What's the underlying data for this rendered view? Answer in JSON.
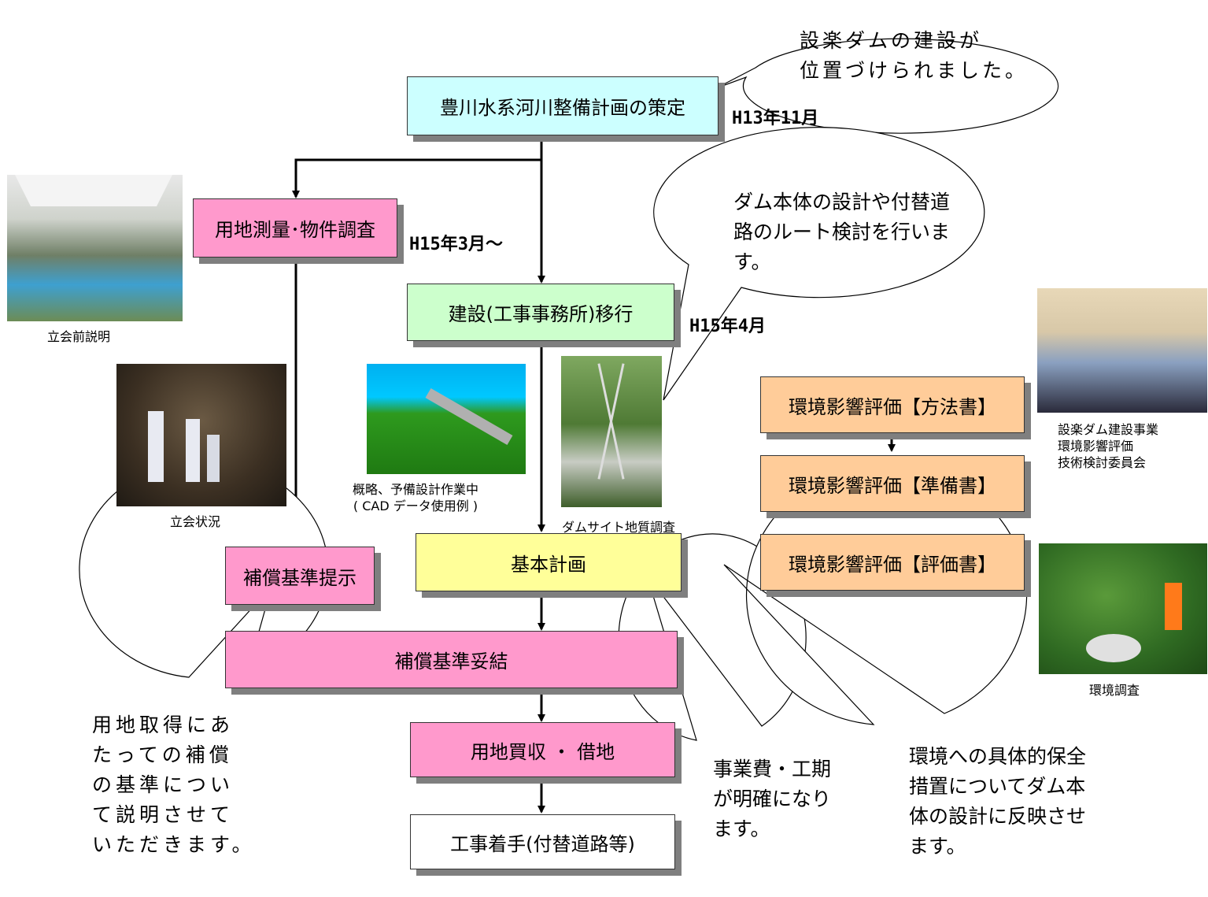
{
  "boxes": {
    "plan": "豊川水系河川整備計画の策定",
    "survey": "用地測量･物件調査",
    "transition": "建設(工事事務所)移行",
    "env_method": "環境影響評価【方法書】",
    "env_prep": "環境影響評価【準備書】",
    "env_eval": "環境影響評価【評価書】",
    "basic_plan": "基本計画",
    "comp_std": "補償基準提示",
    "comp_agree": "補償基準妥結",
    "land_buy": "用地買収 ・ 借地",
    "construction": "工事着手(付替道路等)"
  },
  "dates": {
    "h13": "H13年11月",
    "h15_3": "H15年3月～",
    "h15_4": "H15年4月"
  },
  "captions": {
    "briefing": "立会前説明",
    "inspection": "立会状況",
    "cad": "概略、予備設計作業中\n( CAD データ使用例 )",
    "geology": "ダムサイト地質調査",
    "committee": "設楽ダム建設事業\n環境影響評価\n技術検討委員会",
    "env_survey": "環境調査"
  },
  "bubbles": {
    "top": "設楽ダムの建設が\n位置づけられました。",
    "design": "ダム本体の設計や付替道\n路のルート検討を行いま\nす。",
    "comp": "用地取得にあ\nたっての補償\nの基準につい\nて説明させて\nいただきます。",
    "cost": "事業費・工期\nが明確になり\nます。",
    "env": "環境への具体的保全\n措置についてダム本\n体の設計に反映させ\nます。"
  },
  "colors": {
    "pink": "#ff99cc",
    "cyan": "#ccffff",
    "green": "#ccffcc",
    "yellow": "#ffff99",
    "orange": "#ffcc99",
    "shadow": "#7f7f7f"
  }
}
